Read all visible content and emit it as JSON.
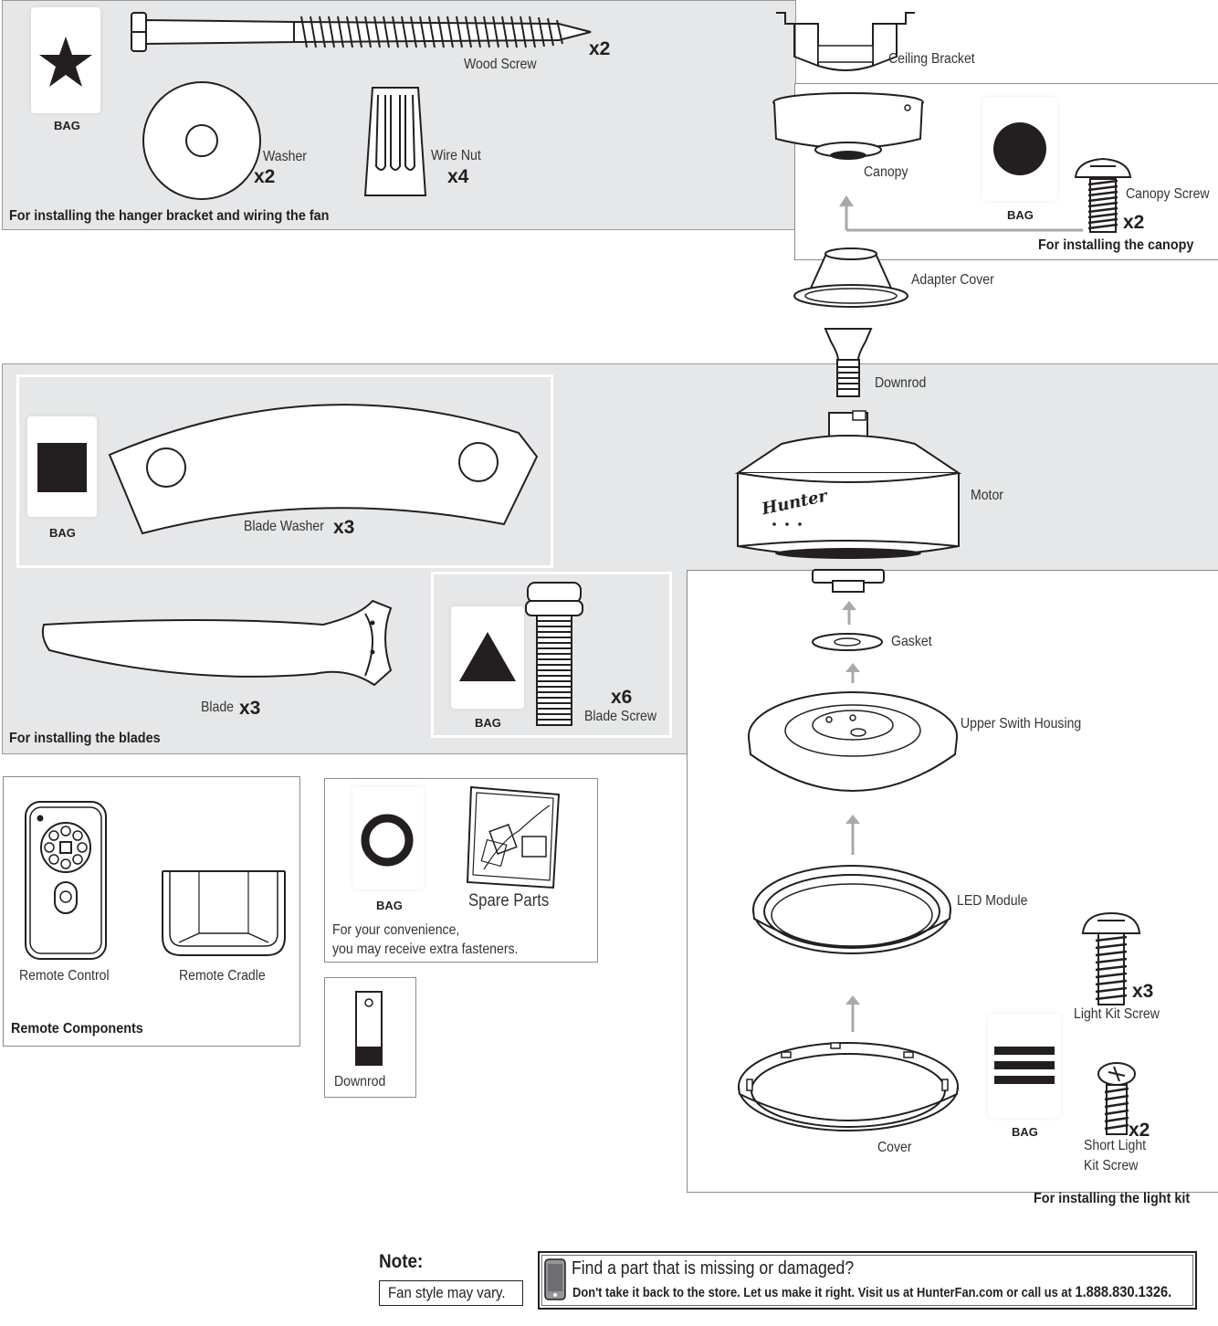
{
  "hanger_section": {
    "caption": "For installing the hanger bracket and wiring the fan",
    "bag_label": "BAG",
    "bag_symbol": "star",
    "wood_screw": {
      "label": "Wood Screw",
      "qty": "x2"
    },
    "washer": {
      "label": "Washer",
      "qty": "x2"
    },
    "wire_nut": {
      "label": "Wire Nut",
      "qty": "x4"
    }
  },
  "ceiling_bracket": {
    "label": "Ceiling Bracket"
  },
  "canopy_section": {
    "canopy_label": "Canopy",
    "bag_label": "BAG",
    "bag_symbol": "circle",
    "canopy_screw": {
      "label": "Canopy Screw",
      "qty": "x2"
    },
    "caption": "For installing the canopy"
  },
  "adapter_cover": {
    "label": "Adapter Cover"
  },
  "downrod_top": {
    "label": "Downrod"
  },
  "motor": {
    "label": "Motor",
    "logo": "Hunter"
  },
  "blades_section": {
    "caption": "For installing the blades",
    "washer_bag_label": "BAG",
    "washer_bag_symbol": "square",
    "blade_washer": {
      "label": "Blade Washer",
      "qty": "x3"
    },
    "blade": {
      "label": "Blade",
      "qty": "x3"
    },
    "screw_bag_label": "BAG",
    "screw_bag_symbol": "triangle",
    "blade_screw": {
      "label": "Blade Screw",
      "qty": "x6"
    }
  },
  "light_kit_section": {
    "caption": "For installing the light kit",
    "gasket": "Gasket",
    "upper_switch_housing": "Upper Swith Housing",
    "led_module": "LED Module",
    "cover": "Cover",
    "bag_label": "BAG",
    "bag_symbol": "three-bars",
    "light_kit_screw": {
      "label": "Light Kit Screw",
      "qty": "x3"
    },
    "short_light_kit_screw": {
      "label_line1": "Short Light",
      "label_line2": "Kit Screw",
      "qty": "x2"
    }
  },
  "remote_section": {
    "remote_control": "Remote Control",
    "remote_cradle": "Remote Cradle",
    "caption": "Remote Components"
  },
  "spare_section": {
    "bag_label": "BAG",
    "bag_symbol": "ring",
    "spare_parts": "Spare Parts",
    "note_line1": "For your convenience,",
    "note_line2": "you may receive extra fasteners."
  },
  "downrod_small": {
    "label": "Downrod"
  },
  "note": {
    "heading": "Note:",
    "text": "Fan style may vary."
  },
  "help_box": {
    "title": "Find a part that is missing or damaged?",
    "text_prefix": "Don't take it back to the store. Let us make it right. Visit us at HunterFan.com or call us at ",
    "phone": "1.888.830.1326."
  },
  "colors": {
    "panel_grey": "#e6e7e8",
    "ink": "#231f20",
    "arrow_grey": "#a7a9ac"
  }
}
